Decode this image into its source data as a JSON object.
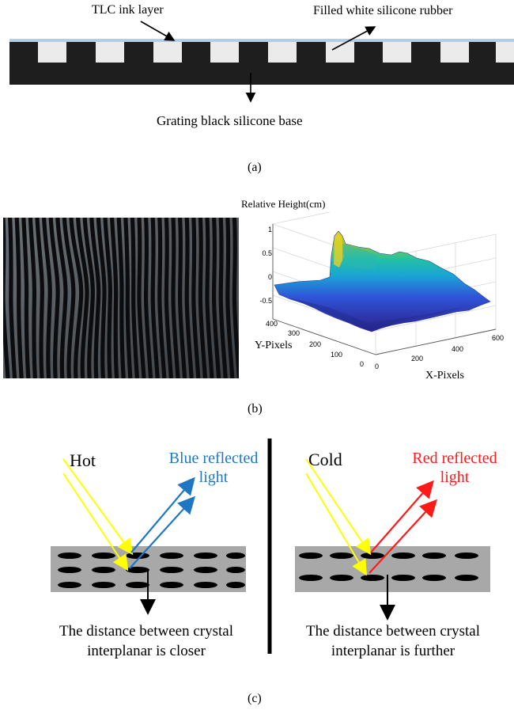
{
  "panel_a": {
    "tlc_label": "TLC ink layer",
    "rubber_label": "Filled white silicone rubber",
    "base_label": "Grating black silicone base",
    "caption": "(a)",
    "colors": {
      "base": "#1e1e1e",
      "filler": "#ebebeb",
      "ink": "#b4cce4"
    }
  },
  "panel_b": {
    "plot_title": "Relative Height(cm)",
    "z_ticks": [
      "1",
      "0.5",
      "0",
      "-0.5"
    ],
    "y_label": "Y-Pixels",
    "y_ticks": [
      "400",
      "300",
      "200",
      "100",
      "0"
    ],
    "x_label": "X-Pixels",
    "x_ticks": [
      "0",
      "200",
      "400",
      "600"
    ],
    "caption": "(b)"
  },
  "panel_c": {
    "hot": {
      "state": "Hot",
      "reflect_line1": "Blue reflected",
      "reflect_line2": "light",
      "desc_line1": "The distance between crystal",
      "desc_line2": "interplanar is closer",
      "color": "#1f77c4"
    },
    "cold": {
      "state": "Cold",
      "reflect_line1": "Red reflected",
      "reflect_line2": "light",
      "desc_line1": "The distance between crystal",
      "desc_line2": "interplanar is further",
      "color": "#ff1a1a"
    },
    "incident_color": "#ffff00",
    "caption": "(c)"
  }
}
